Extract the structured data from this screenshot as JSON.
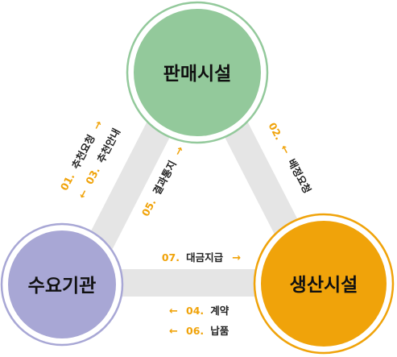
{
  "colors": {
    "sales": "#93c99b",
    "sales_ring": "#93c99b",
    "demand": "#a8a7d5",
    "demand_ring": "#a8a7d5",
    "production": "#f0a30a",
    "production_ring": "#f0a30a",
    "connector": "#e5e5e5",
    "step_number": "#f0a30a"
  },
  "nodes": {
    "sales": {
      "label": "판매시설"
    },
    "demand": {
      "label": "수요기관"
    },
    "production": {
      "label": "생산시설"
    }
  },
  "steps": [
    {
      "num": "01.",
      "text": "추천요청",
      "arrow": "→"
    },
    {
      "num": "03.",
      "text": "추천안내",
      "arrow": "←"
    },
    {
      "num": "05.",
      "text": "결과통지",
      "arrow": "→"
    },
    {
      "num": "02.",
      "text": "배정요청",
      "arrow": "←"
    },
    {
      "num": "07.",
      "text": "대금지급",
      "arrow": "→"
    },
    {
      "num": "04.",
      "text": "계약",
      "arrow": "←"
    },
    {
      "num": "06.",
      "text": "납품",
      "arrow": "←"
    }
  ]
}
